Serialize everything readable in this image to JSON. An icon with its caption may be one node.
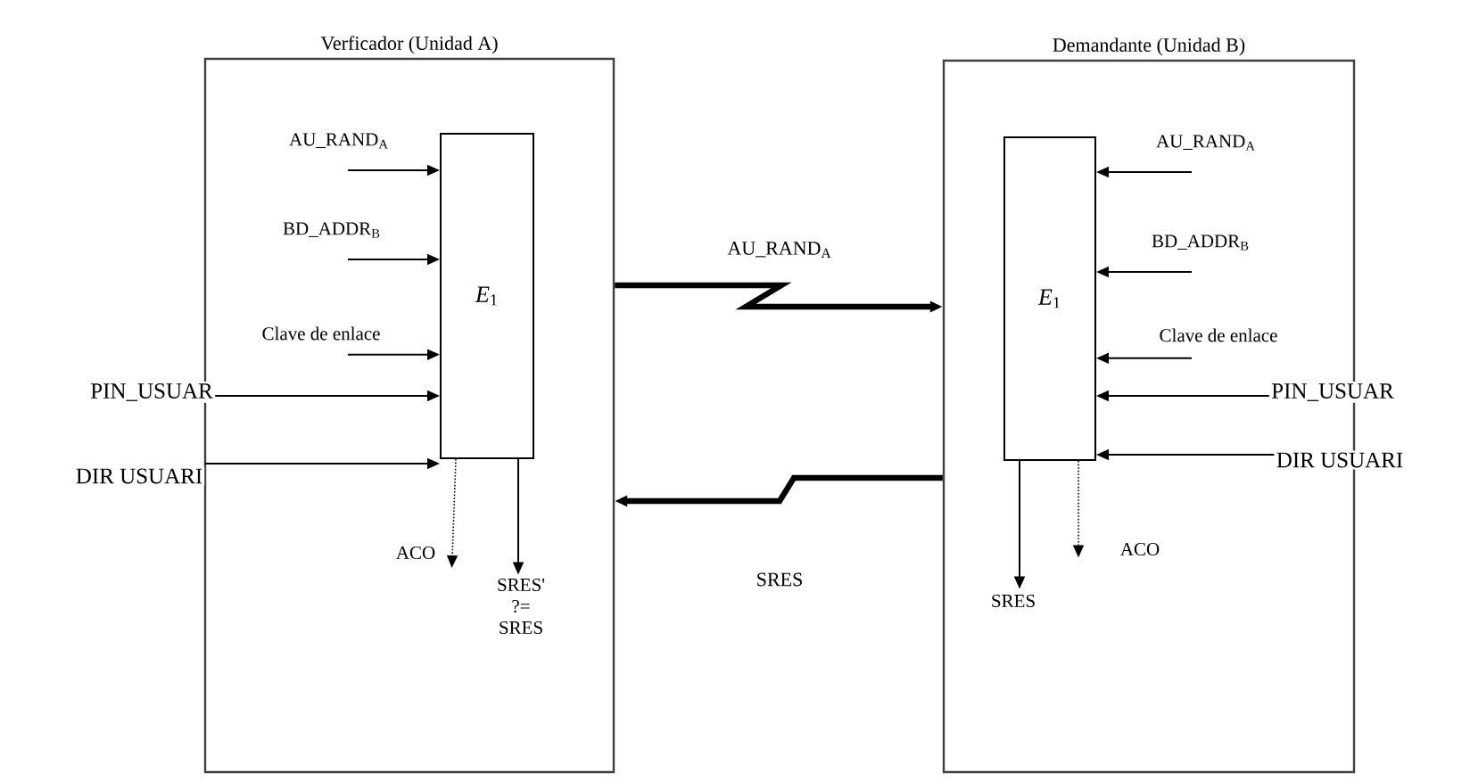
{
  "diagram": {
    "nodes": [
      {
        "text": [
          "Verficador (Unidad A)"
        ]
      },
      {
        "text": [
          "*E*$_{1}$"
        ],
        "in": 0
      },
      {
        "text": [
          "AU_RAND$_{A}$"
        ],
        "in": 0
      },
      {
        "text": [
          "BD_ADDR$_{B}$"
        ],
        "in": 0
      },
      {
        "text": [
          "Clave de enlace"
        ],
        "in": 0
      },
      {
        "text": [
          "PIN_USUAR"
        ]
      },
      {
        "text": [
          "DIR  USUARI"
        ]
      },
      {
        "text": [
          "ACO"
        ],
        "in": 0
      },
      {
        "text": [
          "SRES' ?= SRES"
        ],
        "in": 0
      },
      {
        "text": [
          "Demandante (Unidad B)"
        ]
      },
      {
        "text": [
          "*E*$_{1}$"
        ],
        "in": 9
      },
      {
        "text": [
          "AU_RAND$_{A}$"
        ],
        "in": 9
      },
      {
        "text": [
          "BD_ADDR$_{B}$"
        ],
        "in": 9
      },
      {
        "text": [
          "Clave de enlace"
        ],
        "in": 9
      },
      {
        "text": [
          "PIN_USUAR"
        ]
      },
      {
        "text": [
          "DIR  USUARI"
        ]
      },
      {
        "text": [
          "SRES"
        ],
        "in": 9
      },
      {
        "text": [
          "ACO"
        ],
        "in": 9
      }
    ],
    "edges": [
      {
        "from": 2,
        "to": 1,
        "arrow": "to"
      },
      {
        "from": 3,
        "to": 1,
        "arrow": "to"
      },
      {
        "from": 4,
        "to": 1,
        "arrow": "to"
      },
      {
        "from": 5,
        "to": 1,
        "arrow": "to"
      },
      {
        "from": 6,
        "to": 1,
        "arrow": "to"
      },
      {
        "from": 1,
        "to": 7,
        "arrow": "to",
        "style": "dashed"
      },
      {
        "from": 1,
        "to": 8,
        "arrow": "to"
      },
      {
        "from": 0,
        "to": 9,
        "arrow": "to",
        "label": "AU_RAND$_{A}$",
        "style": "thick"
      },
      {
        "from": 9,
        "to": 0,
        "arrow": "to",
        "label": "SRES",
        "style": "thick"
      },
      {
        "from": 11,
        "to": 10,
        "arrow": "to"
      },
      {
        "from": 12,
        "to": 10,
        "arrow": "to"
      },
      {
        "from": 13,
        "to": 10,
        "arrow": "to"
      },
      {
        "from": 14,
        "to": 10,
        "arrow": "to"
      },
      {
        "from": 15,
        "to": 10,
        "arrow": "to"
      },
      {
        "from": 10,
        "to": 16,
        "arrow": "to"
      },
      {
        "from": 10,
        "to": 17,
        "arrow": "to",
        "style": "dashed"
      }
    ]
  }
}
